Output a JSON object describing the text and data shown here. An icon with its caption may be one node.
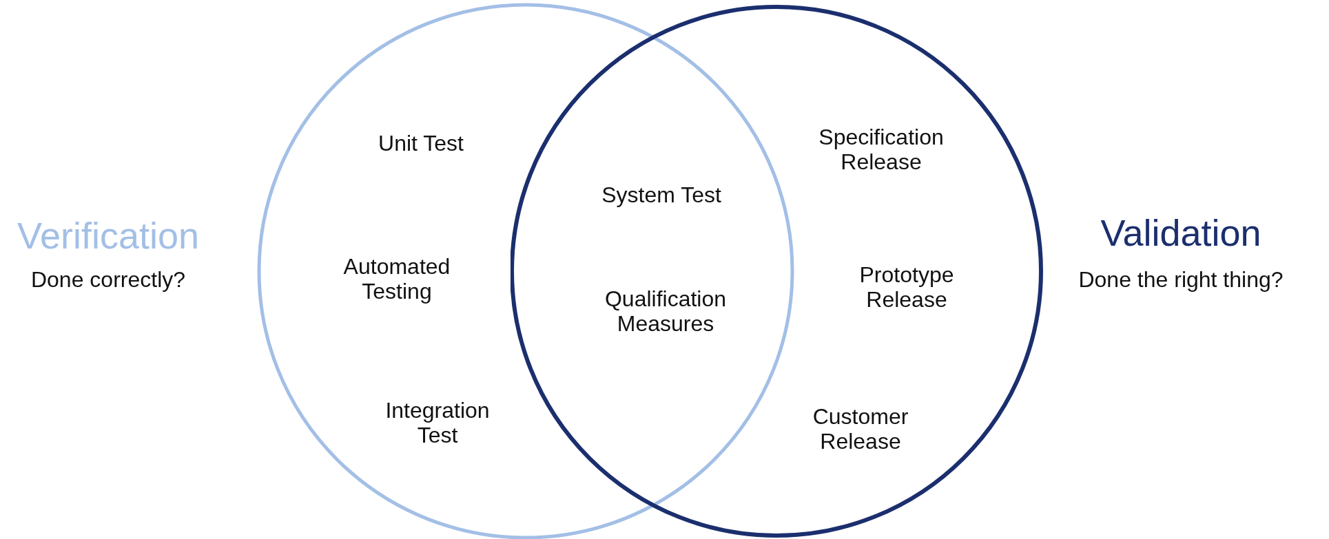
{
  "diagram": {
    "nodes": [
      {
        "text": [
          "Verification",
          "Done correctly?"
        ]
      },
      {
        "text": [
          "Validation",
          "Done the right thing?"
        ]
      },
      {
        "text": [
          "Unit Test"
        ],
        "in": 0
      },
      {
        "text": [
          "Automated Testing"
        ],
        "in": 0
      },
      {
        "text": [
          "Integration Test"
        ],
        "in": 0
      },
      {
        "text": [
          "System Test"
        ]
      },
      {
        "text": [
          "Qualification Measures"
        ]
      },
      {
        "text": [
          "Specification Release"
        ],
        "in": 1
      },
      {
        "text": [
          "Prototype Release"
        ],
        "in": 1
      },
      {
        "text": [
          "Customer Release"
        ],
        "in": 1
      }
    ],
    "edges": []
  }
}
